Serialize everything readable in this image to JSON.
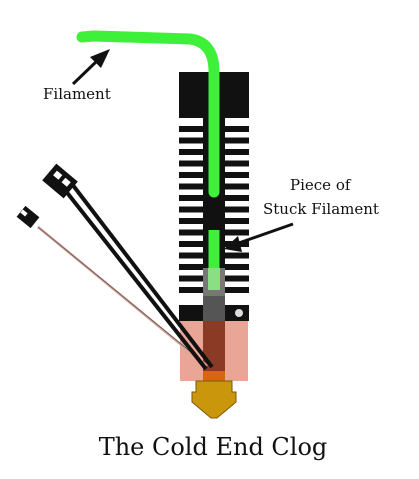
{
  "labels": {
    "filament": "Filament",
    "stuck_line1": "Piece of",
    "stuck_line2": "Stuck Filament",
    "caption": "The Cold End Clog"
  },
  "colors": {
    "filament": "#3ef03a",
    "heatsink": "#111111",
    "throat": "#7a7a7a",
    "heater_block": "#e9a596",
    "heat_break": "#8a3a25",
    "nozzle": "#c9960c",
    "wire_red": "#d9a49a",
    "wire_black": "#111111"
  },
  "icons": [
    "arrow-icon",
    "connector-icon",
    "screw-icon"
  ]
}
